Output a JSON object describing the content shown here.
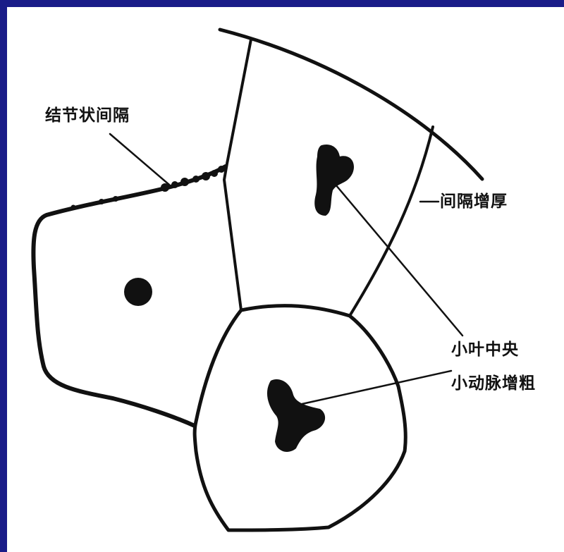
{
  "labels": {
    "nodular_septum": "结节状间隔",
    "septal_thickening": "间隔增厚",
    "centrilobular_line1": "小叶中央",
    "centrilobular_line2": "小动脉增粗"
  },
  "colors": {
    "background": "#1a1c88",
    "panel": "#ffffff",
    "ink": "#111111"
  }
}
